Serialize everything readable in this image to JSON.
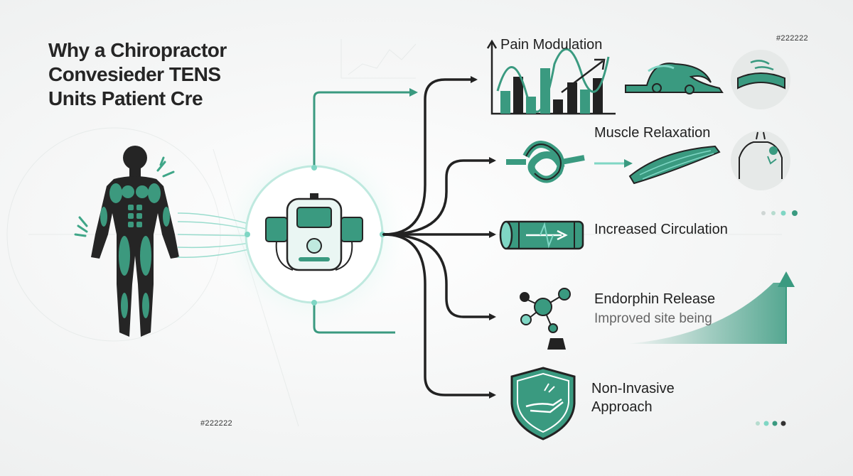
{
  "title": {
    "line1": "Why a Chiropractor",
    "line2": "Convesieder TENS",
    "line3": "Units Patient Cre"
  },
  "hex_labels": {
    "top_right": "#222222",
    "bottom_left": "#222222"
  },
  "benefits": [
    {
      "label": "Pain Modulation"
    },
    {
      "label": "Muscle Relaxation"
    },
    {
      "label": "Increased Circulation"
    },
    {
      "label": "Endorphin Release",
      "sublabel": "Improved site being"
    },
    {
      "label": "Non-Invasive",
      "label2": "Approach"
    }
  ],
  "colors": {
    "accent": "#3a9a80",
    "accent_light": "#7fd6c4",
    "dark": "#222222",
    "background": "#f3f4f4"
  },
  "icons": [
    "human-body-icon",
    "tens-unit-icon",
    "bar-chart-icon",
    "wave-icon",
    "spine-icon",
    "knot-icon",
    "muscle-icon",
    "shoulder-icon",
    "blood-vessel-icon",
    "molecule-icon",
    "shield-hand-icon",
    "rising-arrow-icon"
  ]
}
